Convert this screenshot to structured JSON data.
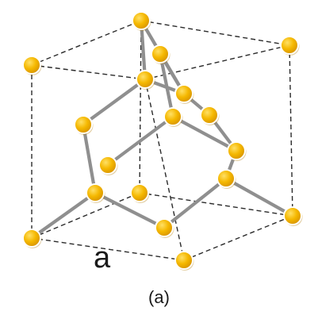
{
  "figure": {
    "lattice_label": "a",
    "caption": "(a)"
  },
  "colors": {
    "atom_fill": "#f5b800",
    "atom_highlight": "#ffe066",
    "atom_outline": "#ffffff",
    "bond": "#8f8f8f",
    "cube_edge": "#2b2b2b",
    "background": "#ffffff"
  },
  "atoms": [
    "corner",
    "corner",
    "corner",
    "corner",
    "corner",
    "corner",
    "corner",
    "corner",
    "face-center",
    "face-center",
    "face-center",
    "face-center",
    "face-center",
    "face-center",
    "interior",
    "interior",
    "interior",
    "interior"
  ],
  "bonds": 16,
  "cube_edges": 12
}
